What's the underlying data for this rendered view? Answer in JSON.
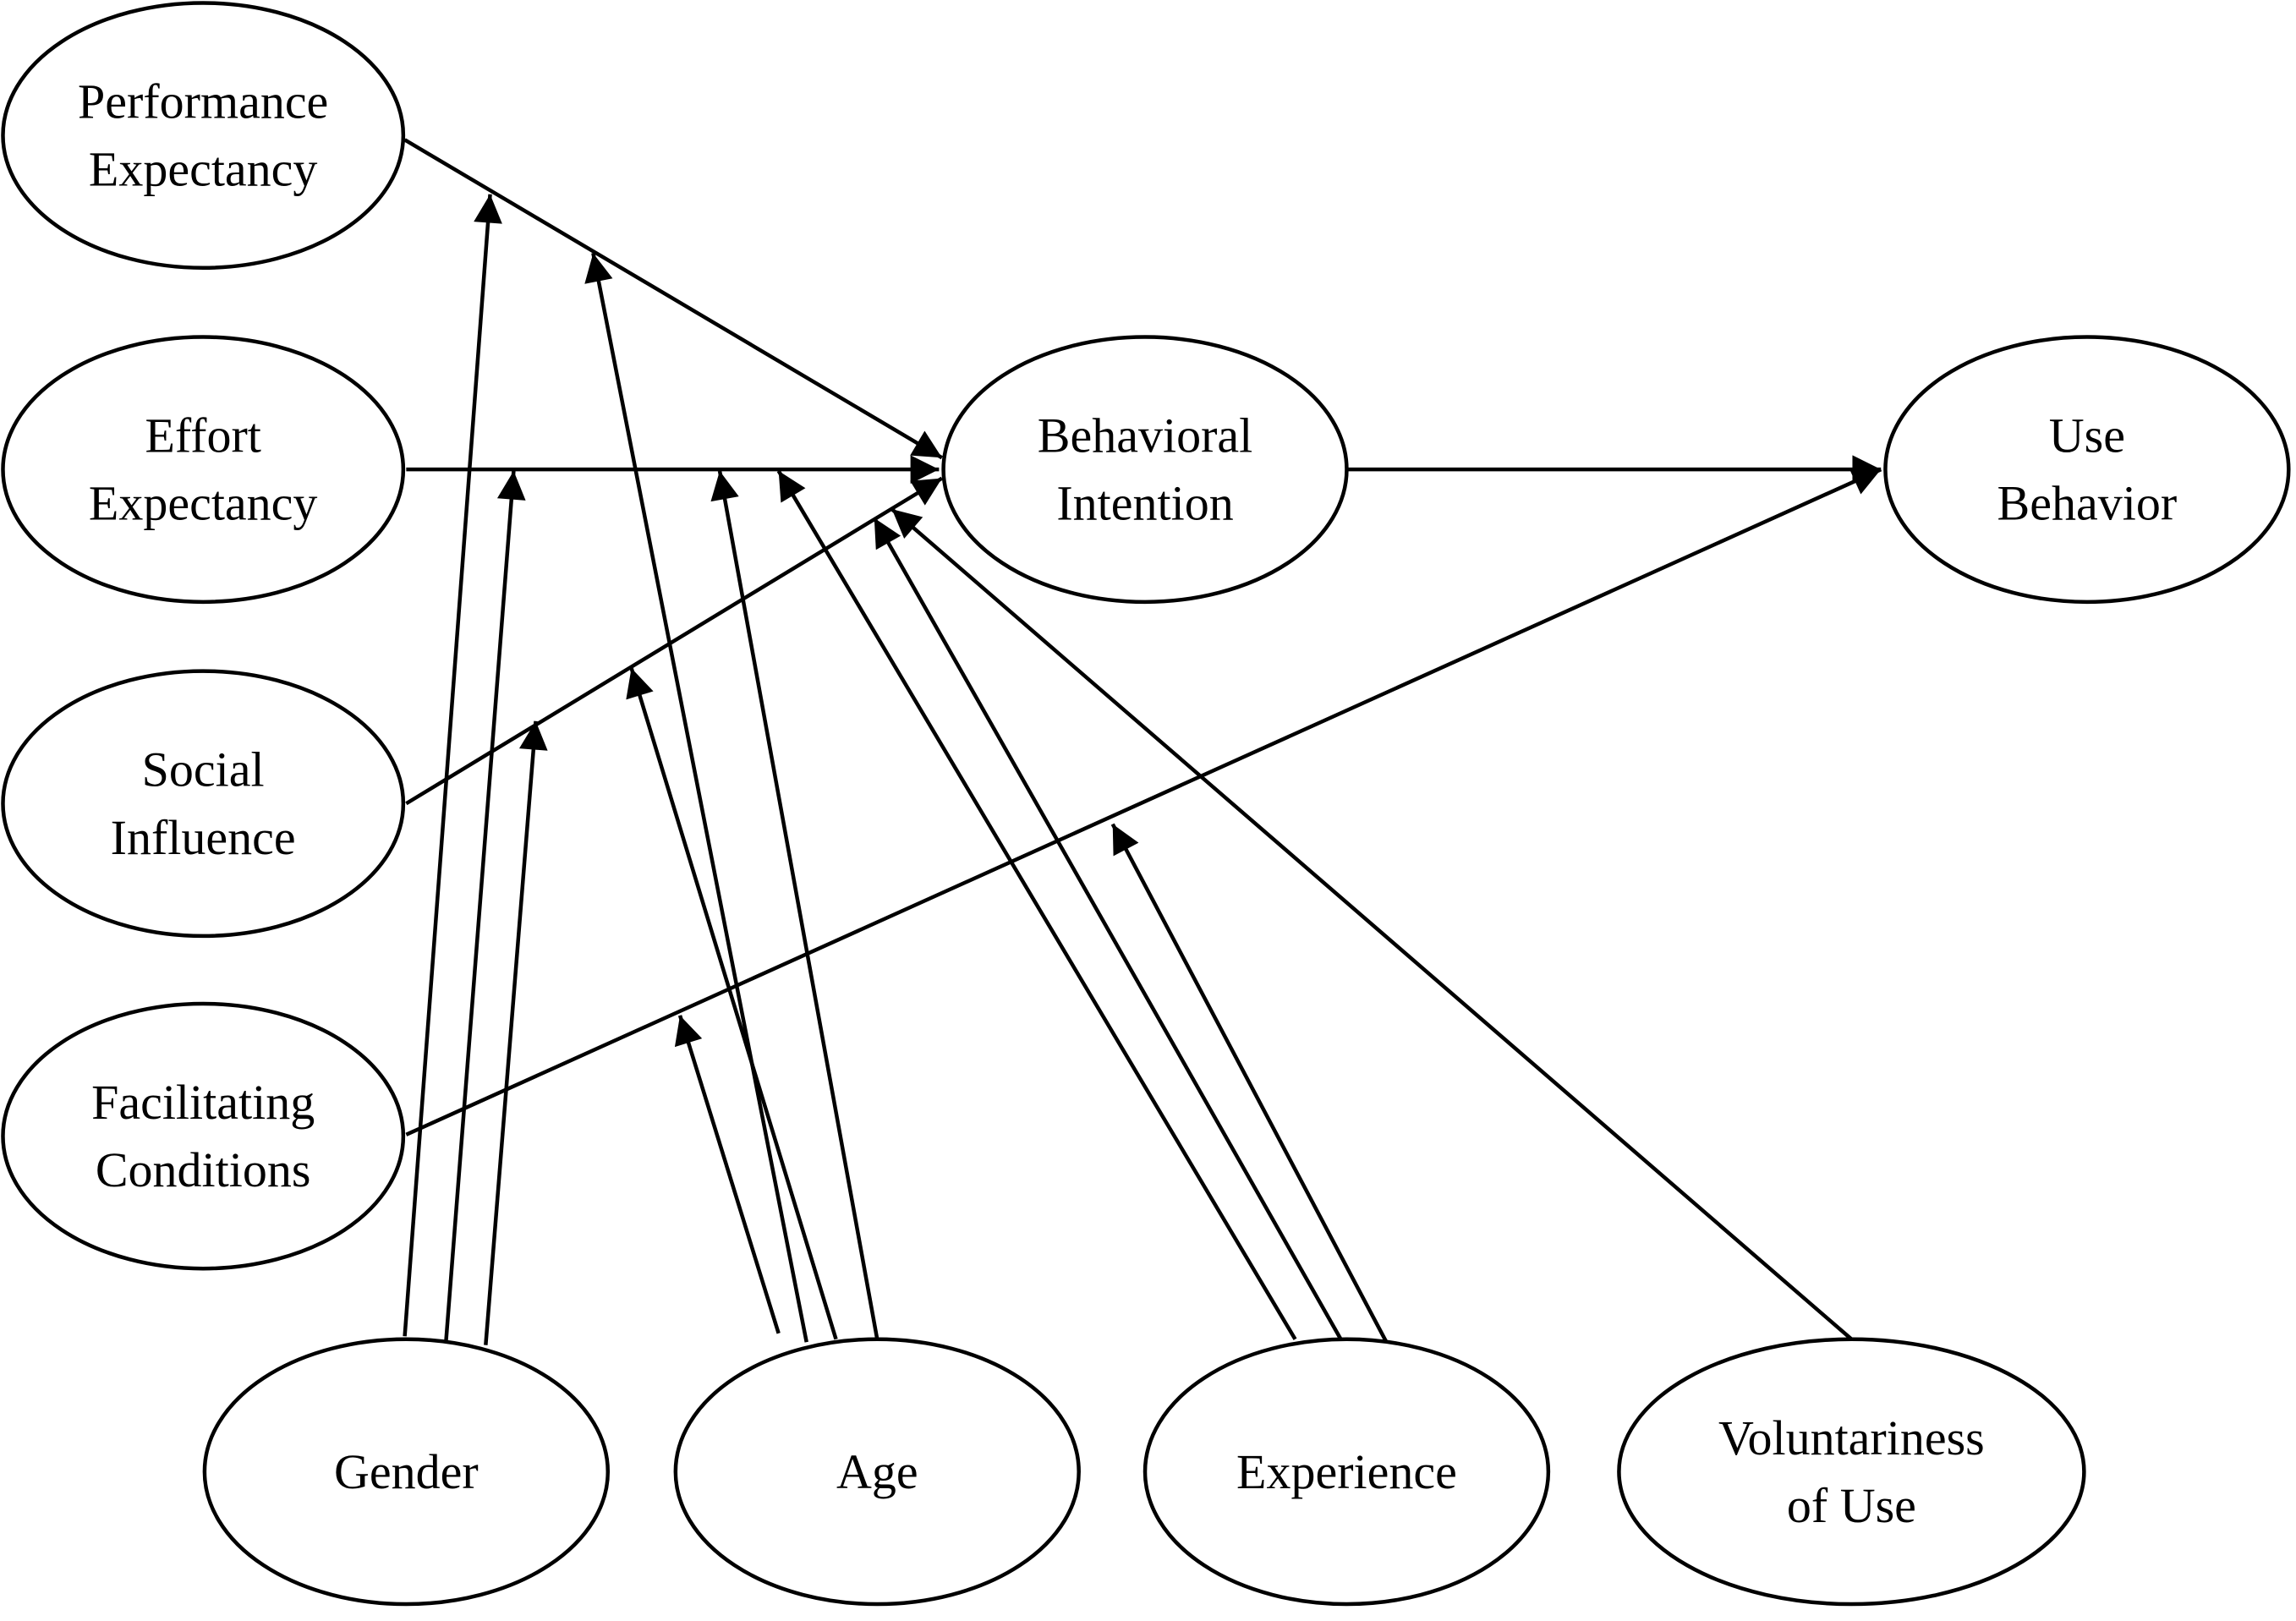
{
  "nodes": [
    {
      "id": "pe",
      "lines": [
        "Performance",
        "Expectancy"
      ]
    },
    {
      "id": "ee",
      "lines": [
        "Effort",
        "Expectancy"
      ]
    },
    {
      "id": "si",
      "lines": [
        "Social",
        "Influence"
      ]
    },
    {
      "id": "fc",
      "lines": [
        "Facilitating",
        "Conditions"
      ]
    },
    {
      "id": "bi",
      "lines": [
        "Behavioral",
        "Intention"
      ]
    },
    {
      "id": "ub",
      "lines": [
        "Use",
        "Behavior"
      ]
    },
    {
      "id": "gender",
      "lines": [
        "Gender"
      ]
    },
    {
      "id": "age",
      "lines": [
        "Age"
      ]
    },
    {
      "id": "exp",
      "lines": [
        "Experience"
      ]
    },
    {
      "id": "vol",
      "lines": [
        "Voluntariness",
        "of Use"
      ]
    }
  ],
  "edges": [
    {
      "from": "pe",
      "to": "bi"
    },
    {
      "from": "ee",
      "to": "bi"
    },
    {
      "from": "si",
      "to": "bi"
    },
    {
      "from": "fc",
      "to": "ub"
    },
    {
      "from": "bi",
      "to": "ub"
    },
    {
      "from": "gender",
      "moderates": "pe -> bi"
    },
    {
      "from": "gender",
      "moderates": "ee -> bi"
    },
    {
      "from": "gender",
      "moderates": "si -> bi"
    },
    {
      "from": "age",
      "moderates": "pe -> bi"
    },
    {
      "from": "age",
      "moderates": "ee -> bi"
    },
    {
      "from": "age",
      "moderates": "si -> bi"
    },
    {
      "from": "age",
      "moderates": "fc -> ub"
    },
    {
      "from": "exp",
      "moderates": "ee -> bi"
    },
    {
      "from": "exp",
      "moderates": "si -> bi"
    },
    {
      "from": "exp",
      "moderates": "fc -> ub"
    },
    {
      "from": "vol",
      "moderates": "si -> bi"
    }
  ]
}
